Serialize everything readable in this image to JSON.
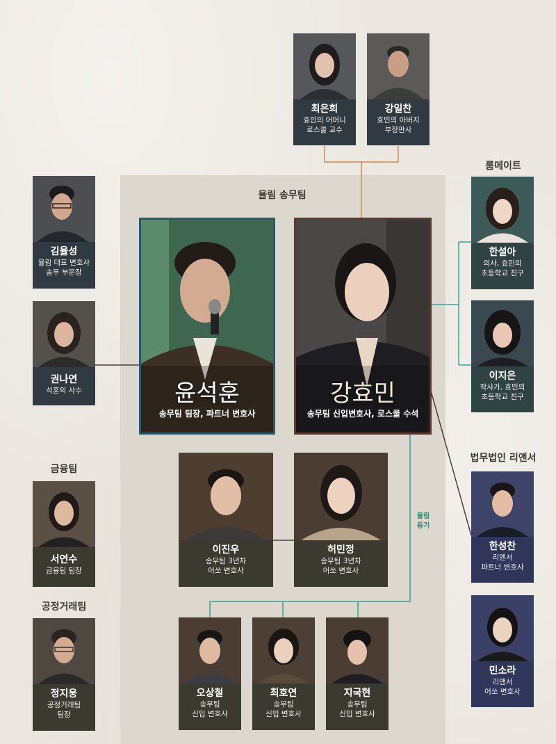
{
  "team_label": "율림 송무팀",
  "groups": {
    "roommate": "룸메이트",
    "finance": "금융팀",
    "fair_trade": "공정거래팀",
    "reliance": "법무법인 리앤서"
  },
  "cohort_label": "율림\n동기",
  "main": {
    "yoon": {
      "name": "윤석훈",
      "desc": "송무팀 팀장, 파트너 변호사"
    },
    "kang": {
      "name": "강효민",
      "desc": "송무팀 신입변호사, 로스쿨 수석"
    }
  },
  "parents": [
    {
      "name": "최은희",
      "desc1": "효민의 어머니",
      "desc2": "로스쿨 교수"
    },
    {
      "name": "강일찬",
      "desc1": "효민의 아버지",
      "desc2": "부장판사"
    }
  ],
  "left": [
    {
      "name": "김율성",
      "desc1": "율림 대표 변호사",
      "desc2": "송무 부문장"
    },
    {
      "name": "권나연",
      "desc1": "석훈의 사수",
      "desc2": ""
    },
    {
      "name": "서연수",
      "desc1": "금융팀 팀장",
      "desc2": ""
    },
    {
      "name": "정지웅",
      "desc1": "공정거래팀",
      "desc2": "팀장"
    }
  ],
  "right": [
    {
      "name": "한설아",
      "desc1": "의사, 효민의",
      "desc2": "초등학교 친구"
    },
    {
      "name": "이지은",
      "desc1": "작사가, 효민의",
      "desc2": "초등학교 친구"
    },
    {
      "name": "한성찬",
      "desc1": "리앤서",
      "desc2": "파트너 변호사"
    },
    {
      "name": "민소라",
      "desc1": "리앤서",
      "desc2": "어쏘 변호사"
    }
  ],
  "mid": [
    {
      "name": "이진우",
      "desc1": "송무팀 3년차",
      "desc2": "어쏘 변호사"
    },
    {
      "name": "허민정",
      "desc1": "송무팀 3년차",
      "desc2": "어쏘 변호사"
    }
  ],
  "bottom": [
    {
      "name": "오상철",
      "desc1": "송무팀",
      "desc2": "신입 변호사"
    },
    {
      "name": "최호연",
      "desc1": "송무팀",
      "desc2": "신입 변호사"
    },
    {
      "name": "지국현",
      "desc1": "송무팀",
      "desc2": "신입 변호사"
    }
  ],
  "colors": {
    "parent_line": "#d08a4a",
    "cohort_line": "#3aa394",
    "dark_line": "#4a4038"
  }
}
